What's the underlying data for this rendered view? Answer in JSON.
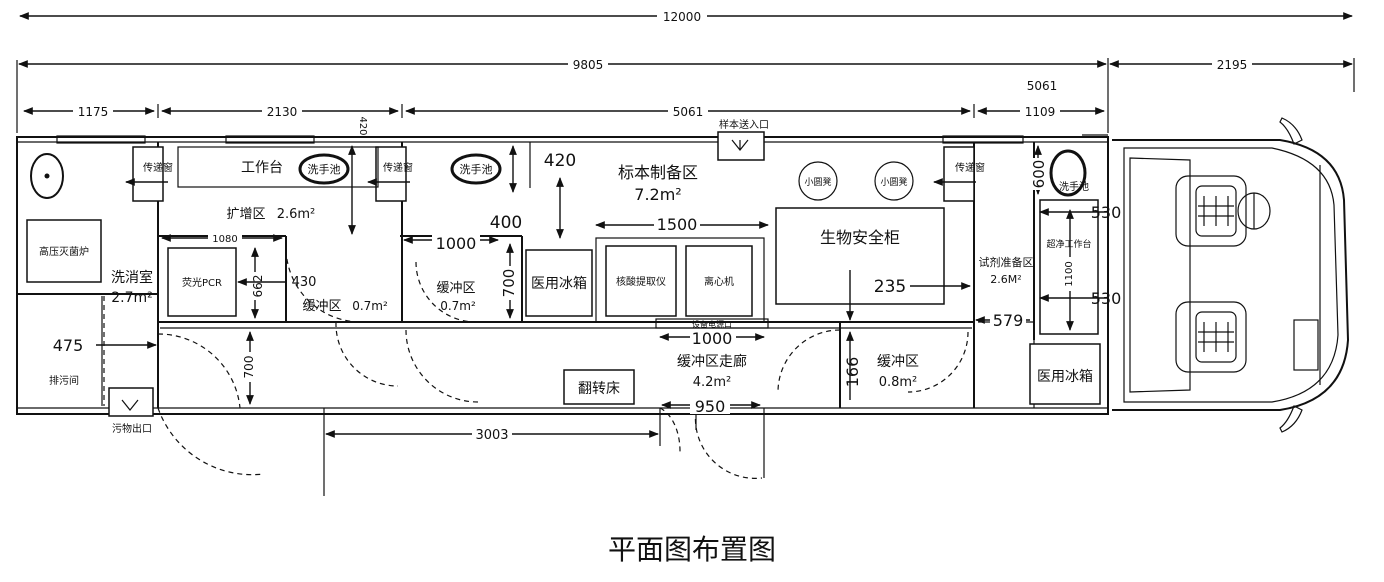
{
  "dimensions": {
    "total": "12000",
    "body": "9805",
    "cab": "2195",
    "seg1": "1175",
    "seg2": "2130",
    "seg3": "5061",
    "seg3_top": "5061",
    "seg4": "1109",
    "d420_top": "420",
    "d420_side": "420",
    "d400": "400",
    "d1080": "1080",
    "d1000a": "1000",
    "d1500": "1500",
    "d662": "662",
    "d430": "430",
    "d700a": "700",
    "d700b": "700",
    "d475": "475",
    "d235": "235",
    "d1000b": "1000",
    "d166": "166",
    "d579": "579",
    "d600": "600",
    "d530a": "530",
    "d530b": "530",
    "d1100": "1100",
    "d3003": "3003",
    "d950": "950"
  },
  "rooms": {
    "sample_prep": "标本制备区",
    "sample_prep_area": "7.2m²",
    "expansion": "扩增区",
    "expansion_area": "2.6m²",
    "washroom": "洗消室",
    "washroom_area": "2.7m²",
    "buffer1": "缓冲区",
    "buffer1_area": "0.7m²",
    "buffer2": "缓冲区",
    "buffer2_area": "0.7m²",
    "corridor": "缓冲区走廊",
    "corridor_area": "4.2m²",
    "buffer3": "缓冲区",
    "buffer3_area": "0.8m²",
    "reagent": "试剂准备区",
    "reagent_area": "2.6M²",
    "drain": "排污间"
  },
  "equipment": {
    "workbench": "工作台",
    "sink1": "洗手池",
    "sink2": "洗手池",
    "sink3": "洗手池",
    "pass_window1": "传递窗",
    "pass_window2": "传递窗",
    "pass_window3": "传递窗",
    "autoclave": "高压灭菌炉",
    "pcr": "荧光PCR",
    "fridge1": "医用冰箱",
    "fridge2": "医用冰箱",
    "extractor": "核酸提取仪",
    "centrifuge": "离心机",
    "biosafety": "生物安全柜",
    "stool1": "小圆凳",
    "stool2": "小圆凳",
    "clean_bench": "超净工作台",
    "flip_bed": "翻转床",
    "sample_inlet": "样本送入口",
    "waste_outlet": "污物出口",
    "equip_outlet": "设备电源口"
  },
  "caption": "平面图布置图"
}
